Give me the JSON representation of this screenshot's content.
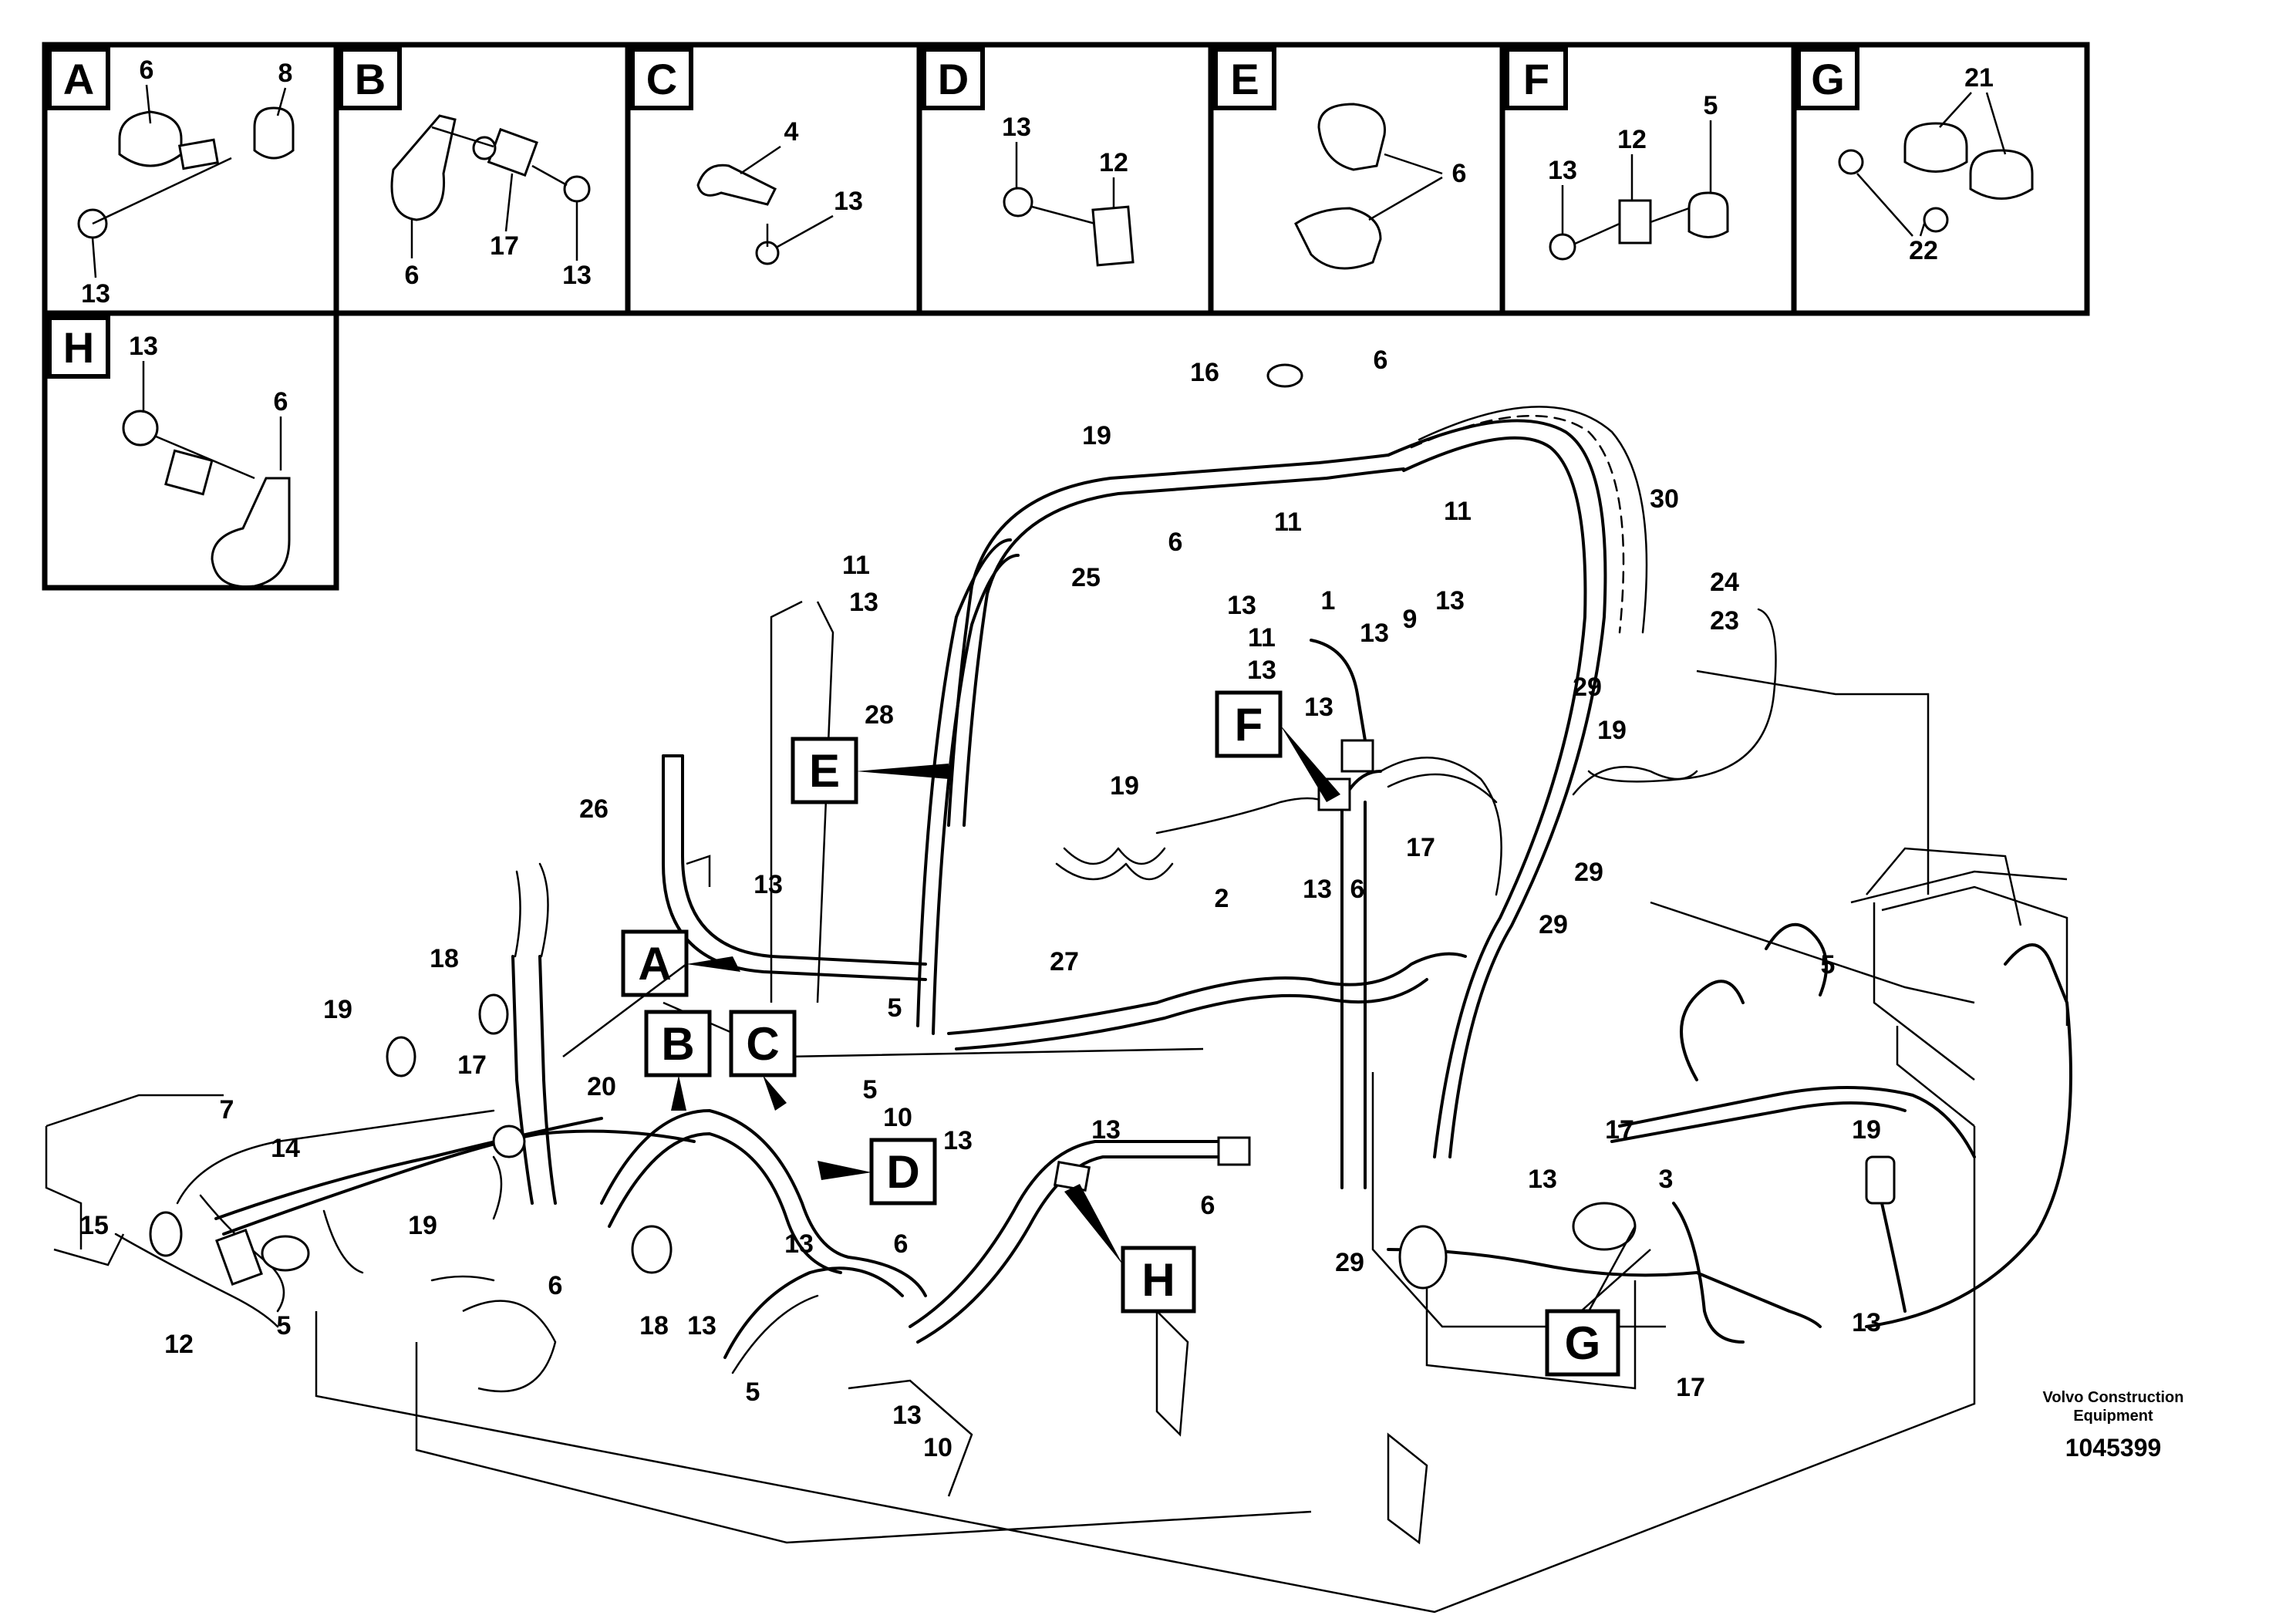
{
  "panels": [
    {
      "letter": "A",
      "labels": [
        "6",
        "8",
        "13"
      ]
    },
    {
      "letter": "B",
      "labels": [
        "6",
        "17",
        "13"
      ]
    },
    {
      "letter": "C",
      "labels": [
        "4",
        "13"
      ]
    },
    {
      "letter": "D",
      "labels": [
        "13",
        "12"
      ]
    },
    {
      "letter": "E",
      "labels": [
        "6"
      ]
    },
    {
      "letter": "F",
      "labels": [
        "5",
        "12",
        "13"
      ]
    },
    {
      "letter": "G",
      "labels": [
        "21",
        "22"
      ]
    },
    {
      "letter": "H",
      "labels": [
        "13",
        "6"
      ]
    }
  ],
  "callouts": [
    "A",
    "B",
    "C",
    "D",
    "E",
    "F",
    "G",
    "H"
  ],
  "part_labels": [
    "16",
    "6",
    "19",
    "30",
    "11",
    "11",
    "13",
    "11",
    "13",
    "13",
    "6",
    "25",
    "11",
    "13",
    "24",
    "23",
    "1",
    "13",
    "9",
    "28",
    "29",
    "19",
    "13",
    "26",
    "19",
    "17",
    "29",
    "13",
    "13",
    "6",
    "2",
    "29",
    "27",
    "18",
    "5",
    "5",
    "19",
    "17",
    "20",
    "5",
    "10",
    "13",
    "7",
    "14",
    "13",
    "6",
    "17",
    "19",
    "3",
    "15",
    "19",
    "13",
    "6",
    "18",
    "13",
    "13",
    "6",
    "29",
    "12",
    "5",
    "5",
    "13",
    "10",
    "13",
    "17"
  ],
  "footer": {
    "brand_line1": "Volvo Construction",
    "brand_line2": "Equipment",
    "part_number": "1045399"
  }
}
